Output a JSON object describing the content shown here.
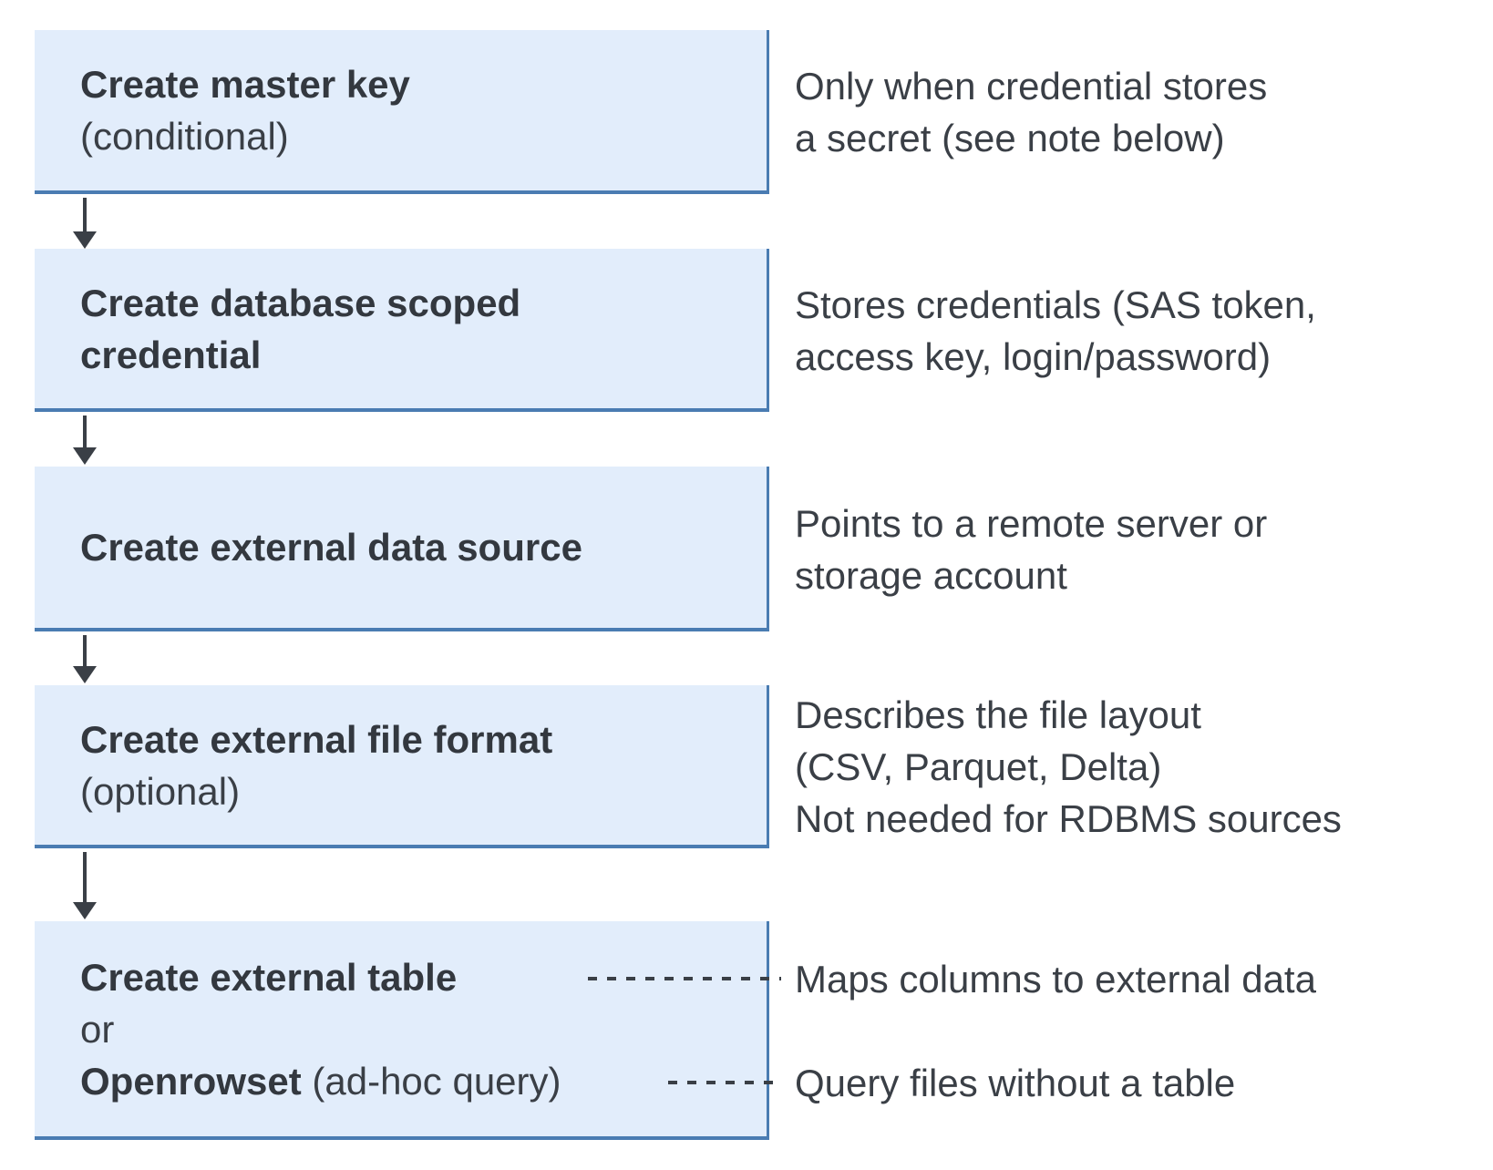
{
  "colors": {
    "box_fill": "#e2edfb",
    "box_edge": "#4a7cb2",
    "ink": "#3a3f46",
    "ink_bold": "#33383f",
    "canvas_bg": "#ffffff"
  },
  "steps": [
    {
      "title": "Create master key",
      "qualifier": "(conditional)",
      "note_lines": [
        "Only when credential stores",
        "a secret (see note below)"
      ]
    },
    {
      "title_lines": [
        "Create database scoped",
        "credential"
      ],
      "note_lines": [
        "Stores credentials (SAS token,",
        "access key, login/password)"
      ]
    },
    {
      "title": "Create external data source",
      "note_lines": [
        "Points to a remote server or",
        "storage account"
      ]
    },
    {
      "title": "Create external file format",
      "qualifier": "(optional)",
      "note_lines": [
        "Describes the file layout",
        "(CSV, Parquet, Delta)",
        "Not needed for RDBMS sources"
      ]
    },
    {
      "title": "Create external table",
      "or_label": "or",
      "alt_title": "Openrowset",
      "alt_qualifier": " (ad-hoc query)",
      "callouts": [
        {
          "label": "Maps columns to external data"
        },
        {
          "label": "Query files without a table"
        }
      ]
    }
  ]
}
